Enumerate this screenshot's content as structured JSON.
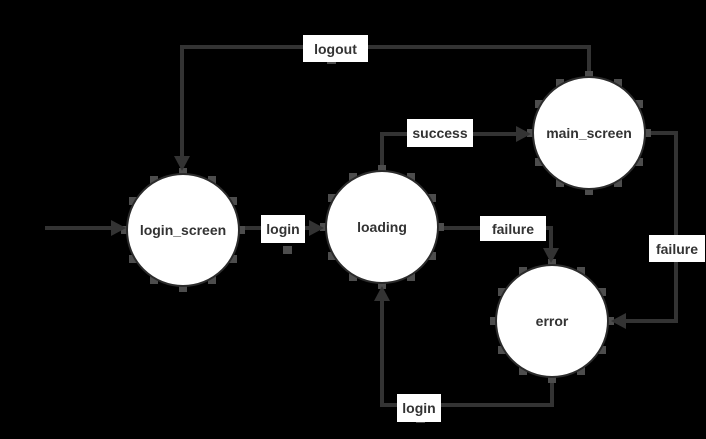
{
  "diagram": {
    "type": "state-machine",
    "colors": {
      "background": "#000000",
      "edge": "#333333",
      "node_fill": "#ffffff",
      "node_border": "#2b2b2b",
      "label_background": "#ffffff",
      "text": "#333333",
      "port": "#4d4d4d"
    },
    "nodes": [
      {
        "id": "login_screen",
        "label": "login_screen",
        "shape": "circle"
      },
      {
        "id": "loading",
        "label": "loading",
        "shape": "circle"
      },
      {
        "id": "main_screen",
        "label": "main_screen",
        "shape": "circle"
      },
      {
        "id": "error",
        "label": "error",
        "shape": "circle"
      }
    ],
    "edges": [
      {
        "from": "start",
        "to": "login_screen",
        "label": ""
      },
      {
        "from": "login_screen",
        "to": "loading",
        "label": "login"
      },
      {
        "from": "loading",
        "to": "main_screen",
        "label": "success"
      },
      {
        "from": "main_screen",
        "to": "login_screen",
        "label": "logout"
      },
      {
        "from": "loading",
        "to": "error",
        "label": "failure"
      },
      {
        "from": "main_screen",
        "to": "error",
        "label": "failure"
      },
      {
        "from": "error",
        "to": "loading",
        "label": "login"
      }
    ]
  }
}
